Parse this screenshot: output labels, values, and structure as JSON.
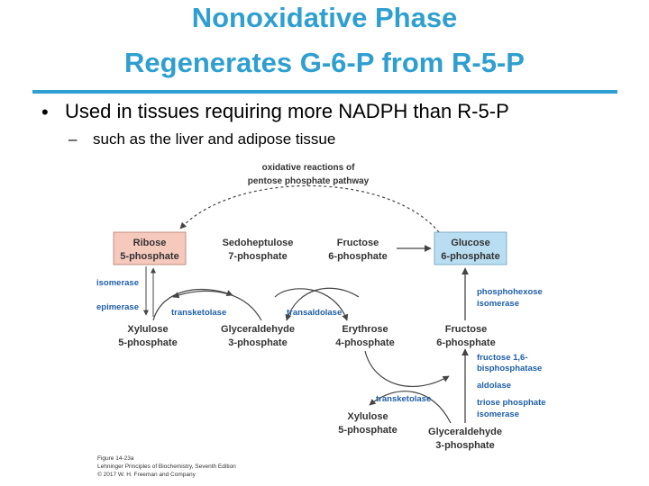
{
  "slide": {
    "title_line1": "Nonoxidative Phase",
    "title_line2": "Regenerates G-6-P from R-5-P",
    "bullet": "Used in tissues requiring more NADPH than R-5-P",
    "sub_dash": "–",
    "sub_bullet": "such as the liver and adipose tissue"
  },
  "diagram": {
    "oxidative_line1": "oxidative reactions of",
    "oxidative_line2": "pentose phosphate pathway",
    "ribose_1": "Ribose",
    "ribose_2": "5-phosphate",
    "sedo_1": "Sedoheptulose",
    "sedo_2": "7-phosphate",
    "fructose_top_1": "Fructose",
    "fructose_top_2": "6-phosphate",
    "glucose_1": "Glucose",
    "glucose_2": "6-phosphate",
    "isomerase": "isomerase",
    "epimerase": "epimerase",
    "transketolase_1": "transketolase",
    "transaldolase": "transaldolase",
    "phosphohexose_1": "phosphohexose",
    "phosphohexose_2": "isomerase",
    "xylulose_1a": "Xylulose",
    "xylulose_1b": "5-phosphate",
    "glyceraldehyde_1a": "Glyceraldehyde",
    "glyceraldehyde_1b": "3-phosphate",
    "erythrose_1": "Erythrose",
    "erythrose_2": "4-phosphate",
    "fructose_mid_1": "Fructose",
    "fructose_mid_2": "6-phosphate",
    "fbpase_1": "fructose 1,6-",
    "fbpase_2": "bisphosphatase",
    "aldolase": "aldolase",
    "transketolase_2": "transketolase",
    "triose_1": "triose phosphate",
    "triose_2": "isomerase",
    "xylulose_2a": "Xylulose",
    "xylulose_2b": "5-phosphate",
    "glyceraldehyde_2a": "Glyceraldehyde",
    "glyceraldehyde_2b": "3-phosphate",
    "caption_1": "Figure 14-23a",
    "caption_2": "Lehninger Principles of Biochemistry, Seventh Edition",
    "caption_3": "© 2017 W. H. Freeman and Company"
  },
  "colors": {
    "title": "#2e9fd0",
    "enzyme": "#1f5fa8",
    "ribose_box": "#f6c9bd",
    "glucose_box": "#b9def1",
    "compound": "#333333"
  }
}
